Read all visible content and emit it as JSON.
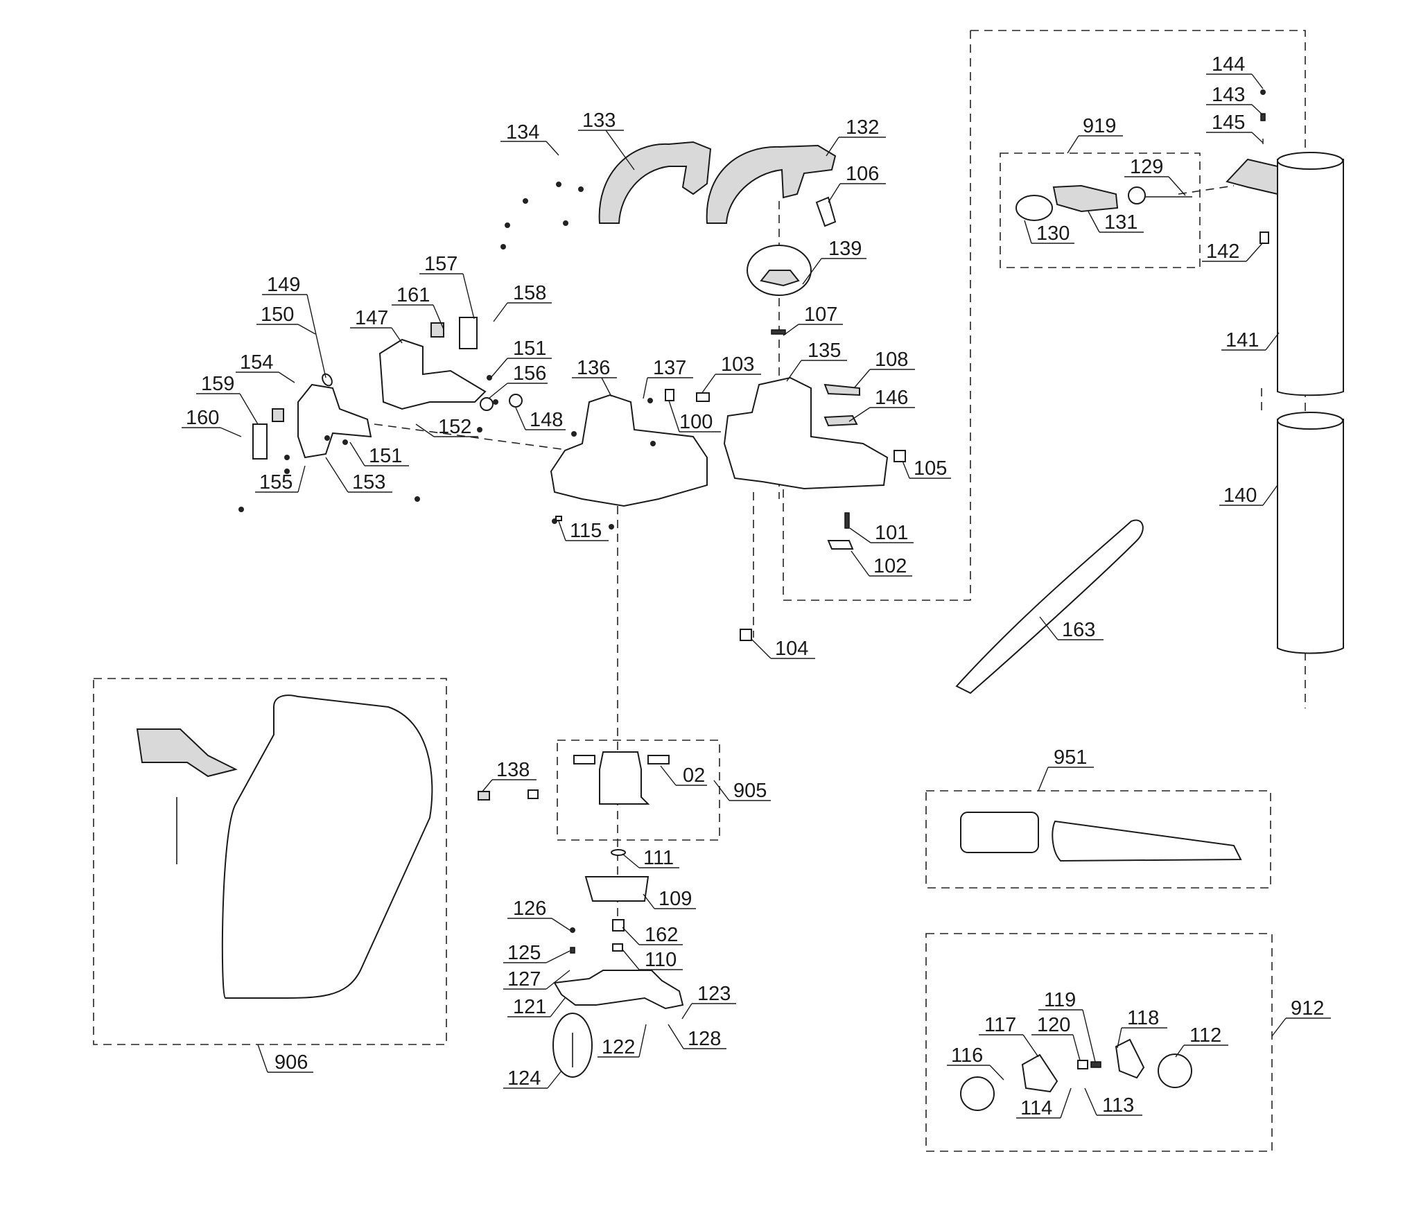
{
  "diagram": {
    "type": "exploded-parts-view",
    "description": "Leaf blower / vacuum spare parts exploded view",
    "assemblies": [
      {
        "id": "919",
        "contains": [
          "129",
          "130",
          "131"
        ]
      },
      {
        "id": "905",
        "contains": [
          "02"
        ]
      },
      {
        "id": "906",
        "contains": [
          "collection-bag",
          "nozzle-adapter",
          "cable-tie"
        ]
      },
      {
        "id": "951",
        "contains": [
          "nozzle-head",
          "nozzle-tube"
        ]
      },
      {
        "id": "912",
        "contains": [
          "112",
          "113",
          "114",
          "116",
          "117",
          "118",
          "119",
          "120"
        ]
      }
    ],
    "labels": {
      "l133": "133",
      "l134": "134",
      "l132": "132",
      "l106": "106",
      "l139": "139",
      "l107": "107",
      "l135": "135",
      "l108": "108",
      "l146": "146",
      "l103": "103",
      "l100": "100",
      "l137": "137",
      "l136": "136",
      "l148": "148",
      "l156": "156",
      "l151a": "151",
      "l151b": "151",
      "l158": "158",
      "l157": "157",
      "l161": "161",
      "l147": "147",
      "l149": "149",
      "l150": "150",
      "l154": "154",
      "l159": "159",
      "l160": "160",
      "l152": "152",
      "l153": "153",
      "l155": "155",
      "l115": "115",
      "l105": "105",
      "l101": "101",
      "l102": "102",
      "l104": "104",
      "l144": "144",
      "l143": "143",
      "l145": "145",
      "l919": "919",
      "l129": "129",
      "l130": "130",
      "l131": "131",
      "l142": "142",
      "l141": "141",
      "l140": "140",
      "l163": "163",
      "l951": "951",
      "l912": "912",
      "l119": "119",
      "l118": "118",
      "l117": "117",
      "l120": "120",
      "l112": "112",
      "l116": "116",
      "l114": "114",
      "l113": "113",
      "l906": "906",
      "l138": "138",
      "l02": "02",
      "l905": "905",
      "l111": "111",
      "l109": "109",
      "l126": "126",
      "l125": "125",
      "l127": "127",
      "l162": "162",
      "l110": "110",
      "l121": "121",
      "l123": "123",
      "l122": "122",
      "l128": "128",
      "l124": "124"
    }
  }
}
